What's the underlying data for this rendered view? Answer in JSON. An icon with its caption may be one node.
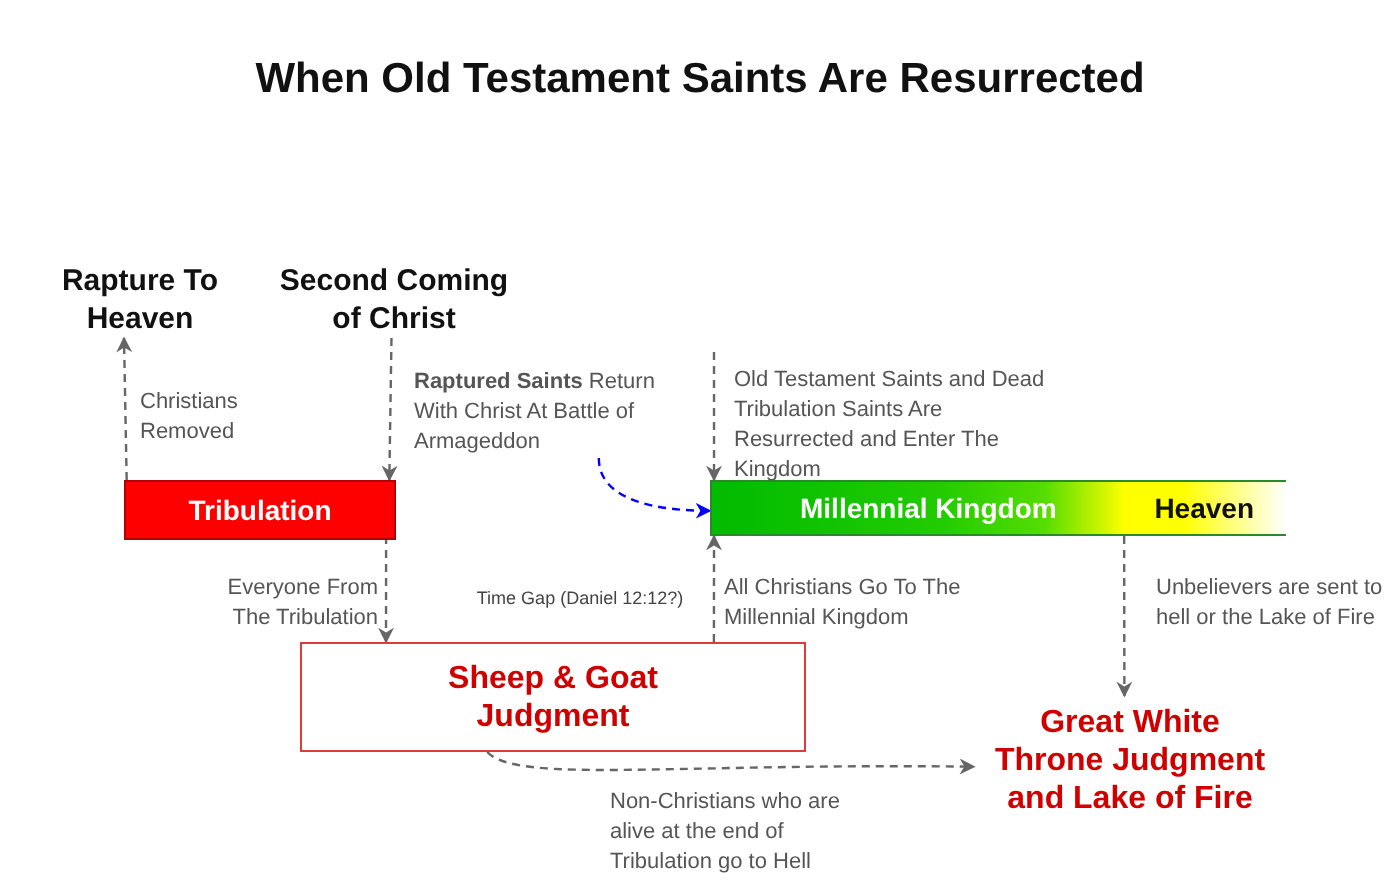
{
  "diagram": {
    "title": "When Old Testament Saints Are Resurrected",
    "nodes": [
      {
        "text": [
          "Rapture To Heaven"
        ]
      },
      {
        "text": [
          "Second Coming of Christ"
        ]
      },
      {
        "text": [
          "Tribulation"
        ]
      },
      {
        "text": [
          "Millennial Kingdom",
          "Heaven"
        ]
      },
      {
        "text": [
          "Sheep & Goat Judgment"
        ]
      },
      {
        "text": [
          "Great White Throne Judgment and Lake of Fire"
        ]
      },
      {
        "text": [
          "**Raptured Saints** Return With Christ At Battle of Armageddon"
        ]
      }
    ],
    "edges": [
      {
        "from": 2,
        "to": 0,
        "arrow": "to",
        "label": "Christians Removed",
        "style": "dashed"
      },
      {
        "from": 1,
        "to": 2,
        "arrow": "to",
        "style": "dashed"
      },
      {
        "from": 6,
        "to": 3,
        "arrow": "to",
        "style": "dashed",
        "color": "#0000ff"
      },
      {
        "from": null,
        "to": 3,
        "arrow": "to",
        "label": "Old Testament Saints and Dead Tribulation Saints Are Resurrected and Enter The Kingdom",
        "style": "dashed"
      },
      {
        "from": 2,
        "to": 4,
        "arrow": "to",
        "label": "Everyone From The Tribulation",
        "style": "dashed"
      },
      {
        "from": 4,
        "to": 3,
        "arrow": "to",
        "label": "All Christians Go To The Millennial Kingdom",
        "style": "dashed"
      },
      {
        "from": 3,
        "to": 5,
        "arrow": "to",
        "label": "Unbelievers are sent to hell or the Lake of Fire",
        "style": "dashed"
      },
      {
        "from": 4,
        "to": 5,
        "arrow": "to",
        "label": "Non-Christians who are alive at the end of Tribulation go to Hell",
        "style": "dashed"
      }
    ],
    "labels": [
      "Time Gap (Daniel 12:12?)"
    ]
  }
}
